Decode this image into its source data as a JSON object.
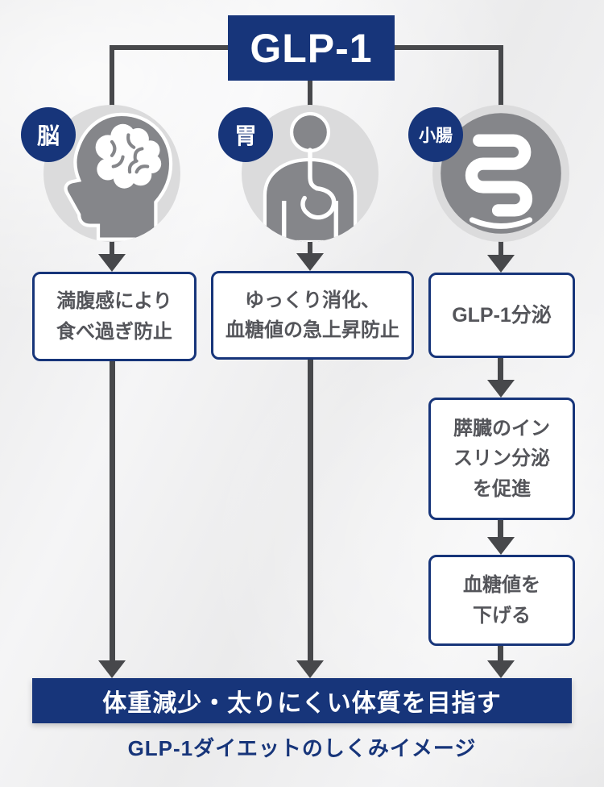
{
  "header": {
    "title": "GLP-1"
  },
  "organs": [
    {
      "badge": "脳",
      "icon": "brain-icon"
    },
    {
      "badge": "胃",
      "icon": "stomach-icon"
    },
    {
      "badge": "小腸",
      "icon": "small-intestine-icon"
    }
  ],
  "effects": {
    "brain": {
      "lines": [
        "満腹感により",
        "食べ過ぎ防止"
      ]
    },
    "stomach": {
      "lines": [
        "ゆっくり消化、",
        "血糖値の急上昇防止"
      ]
    },
    "intestine_step1": {
      "lines": [
        "GLP-1分泌"
      ]
    },
    "intestine_step2": {
      "lines": [
        "膵臓のイン",
        "スリン分泌",
        "を促進"
      ]
    },
    "intestine_step3": {
      "lines": [
        "血糖値を",
        "下げる"
      ]
    }
  },
  "outcome": {
    "text": "体重減少・太りにくい体質を目指す"
  },
  "caption": {
    "text": "GLP-1ダイエットのしくみイメージ"
  },
  "colors": {
    "navy": "#17357A",
    "connector_gray": "#47484B",
    "icon_gray": "#85868A",
    "icon_circle_gray": "#DBDBDC",
    "box_text_gray": "#54555A",
    "box_bg": "#FFFFFF"
  }
}
